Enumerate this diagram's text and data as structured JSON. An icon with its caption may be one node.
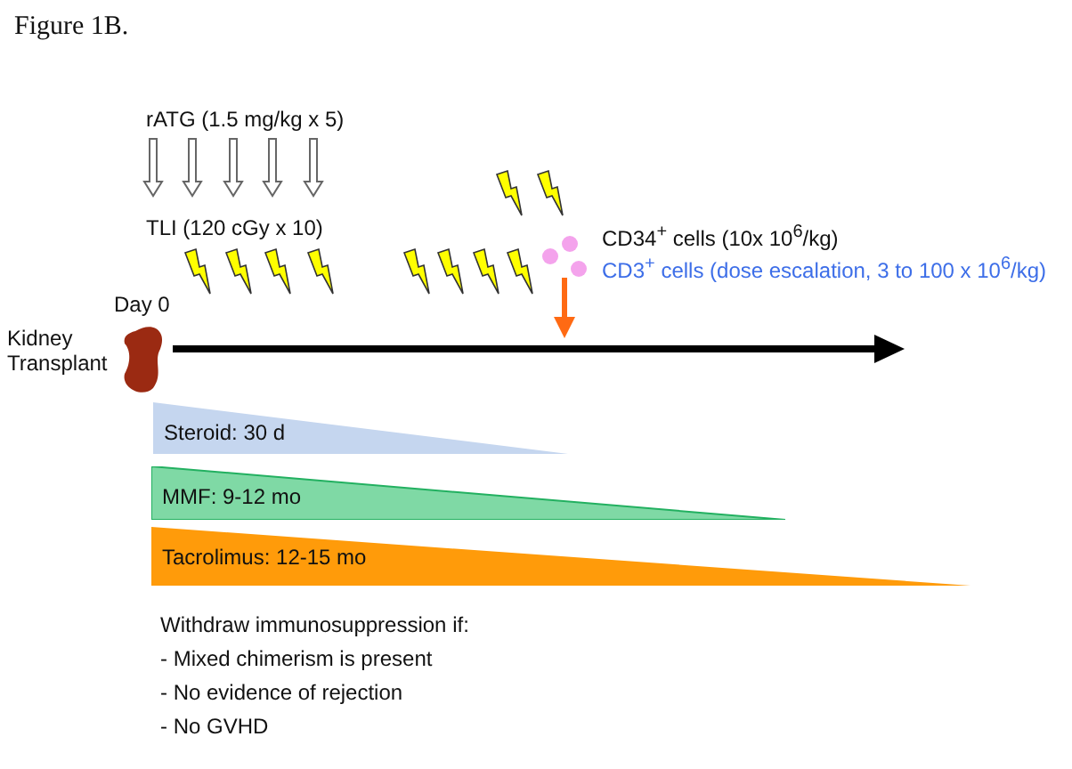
{
  "diagram": {
    "title": "Figure 1B.",
    "nodes": [
      {
        "text": [
          "Steroid: 30 d"
        ]
      },
      {
        "text": [
          "MMF: 9-12 mo"
        ]
      },
      {
        "text": [
          "Tacrolimus: 12-15 mo"
        ]
      }
    ],
    "labels": [
      "rATG (1.5 mg/kg x 5)",
      "TLI (120 cGy x 10)",
      "CD34$^{+}$ cells (10x 10$^{6}$/kg)",
      "CD3$^{+}$ cells (dose escalation, 3 to 100 x 10$^{6}$/kg)",
      "Day 0",
      "Kidney Transplant",
      "Withdraw immunosuppression if:",
      "- Mixed chimerism is present",
      "- No evidence of rejection",
      "- No GVHD"
    ]
  }
}
